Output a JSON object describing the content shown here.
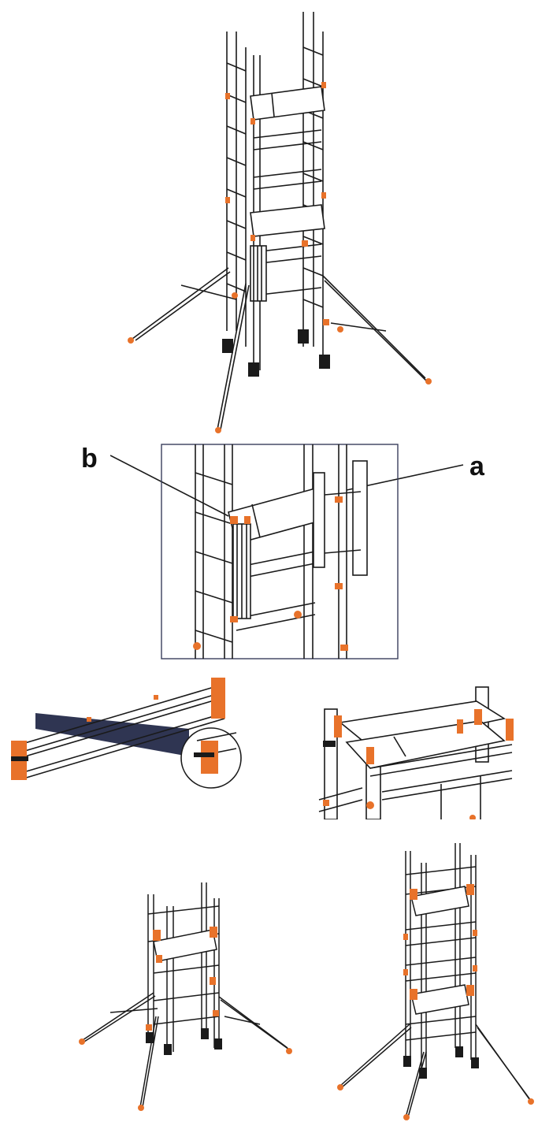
{
  "callouts": {
    "a": "a",
    "b": "b"
  },
  "colors": {
    "frame_line": "#1a1a1a",
    "accent_orange": "#e8722a",
    "inset_border": "#3a3f5c",
    "zoom_wedge": "#2f3552"
  },
  "figures": [
    "tower-with-outriggers",
    "detail-inset-trapdoor-and-guardrail",
    "guardrail-frame-with-zoom",
    "platform-with-guardrails",
    "small-tower",
    "tall-tower"
  ]
}
